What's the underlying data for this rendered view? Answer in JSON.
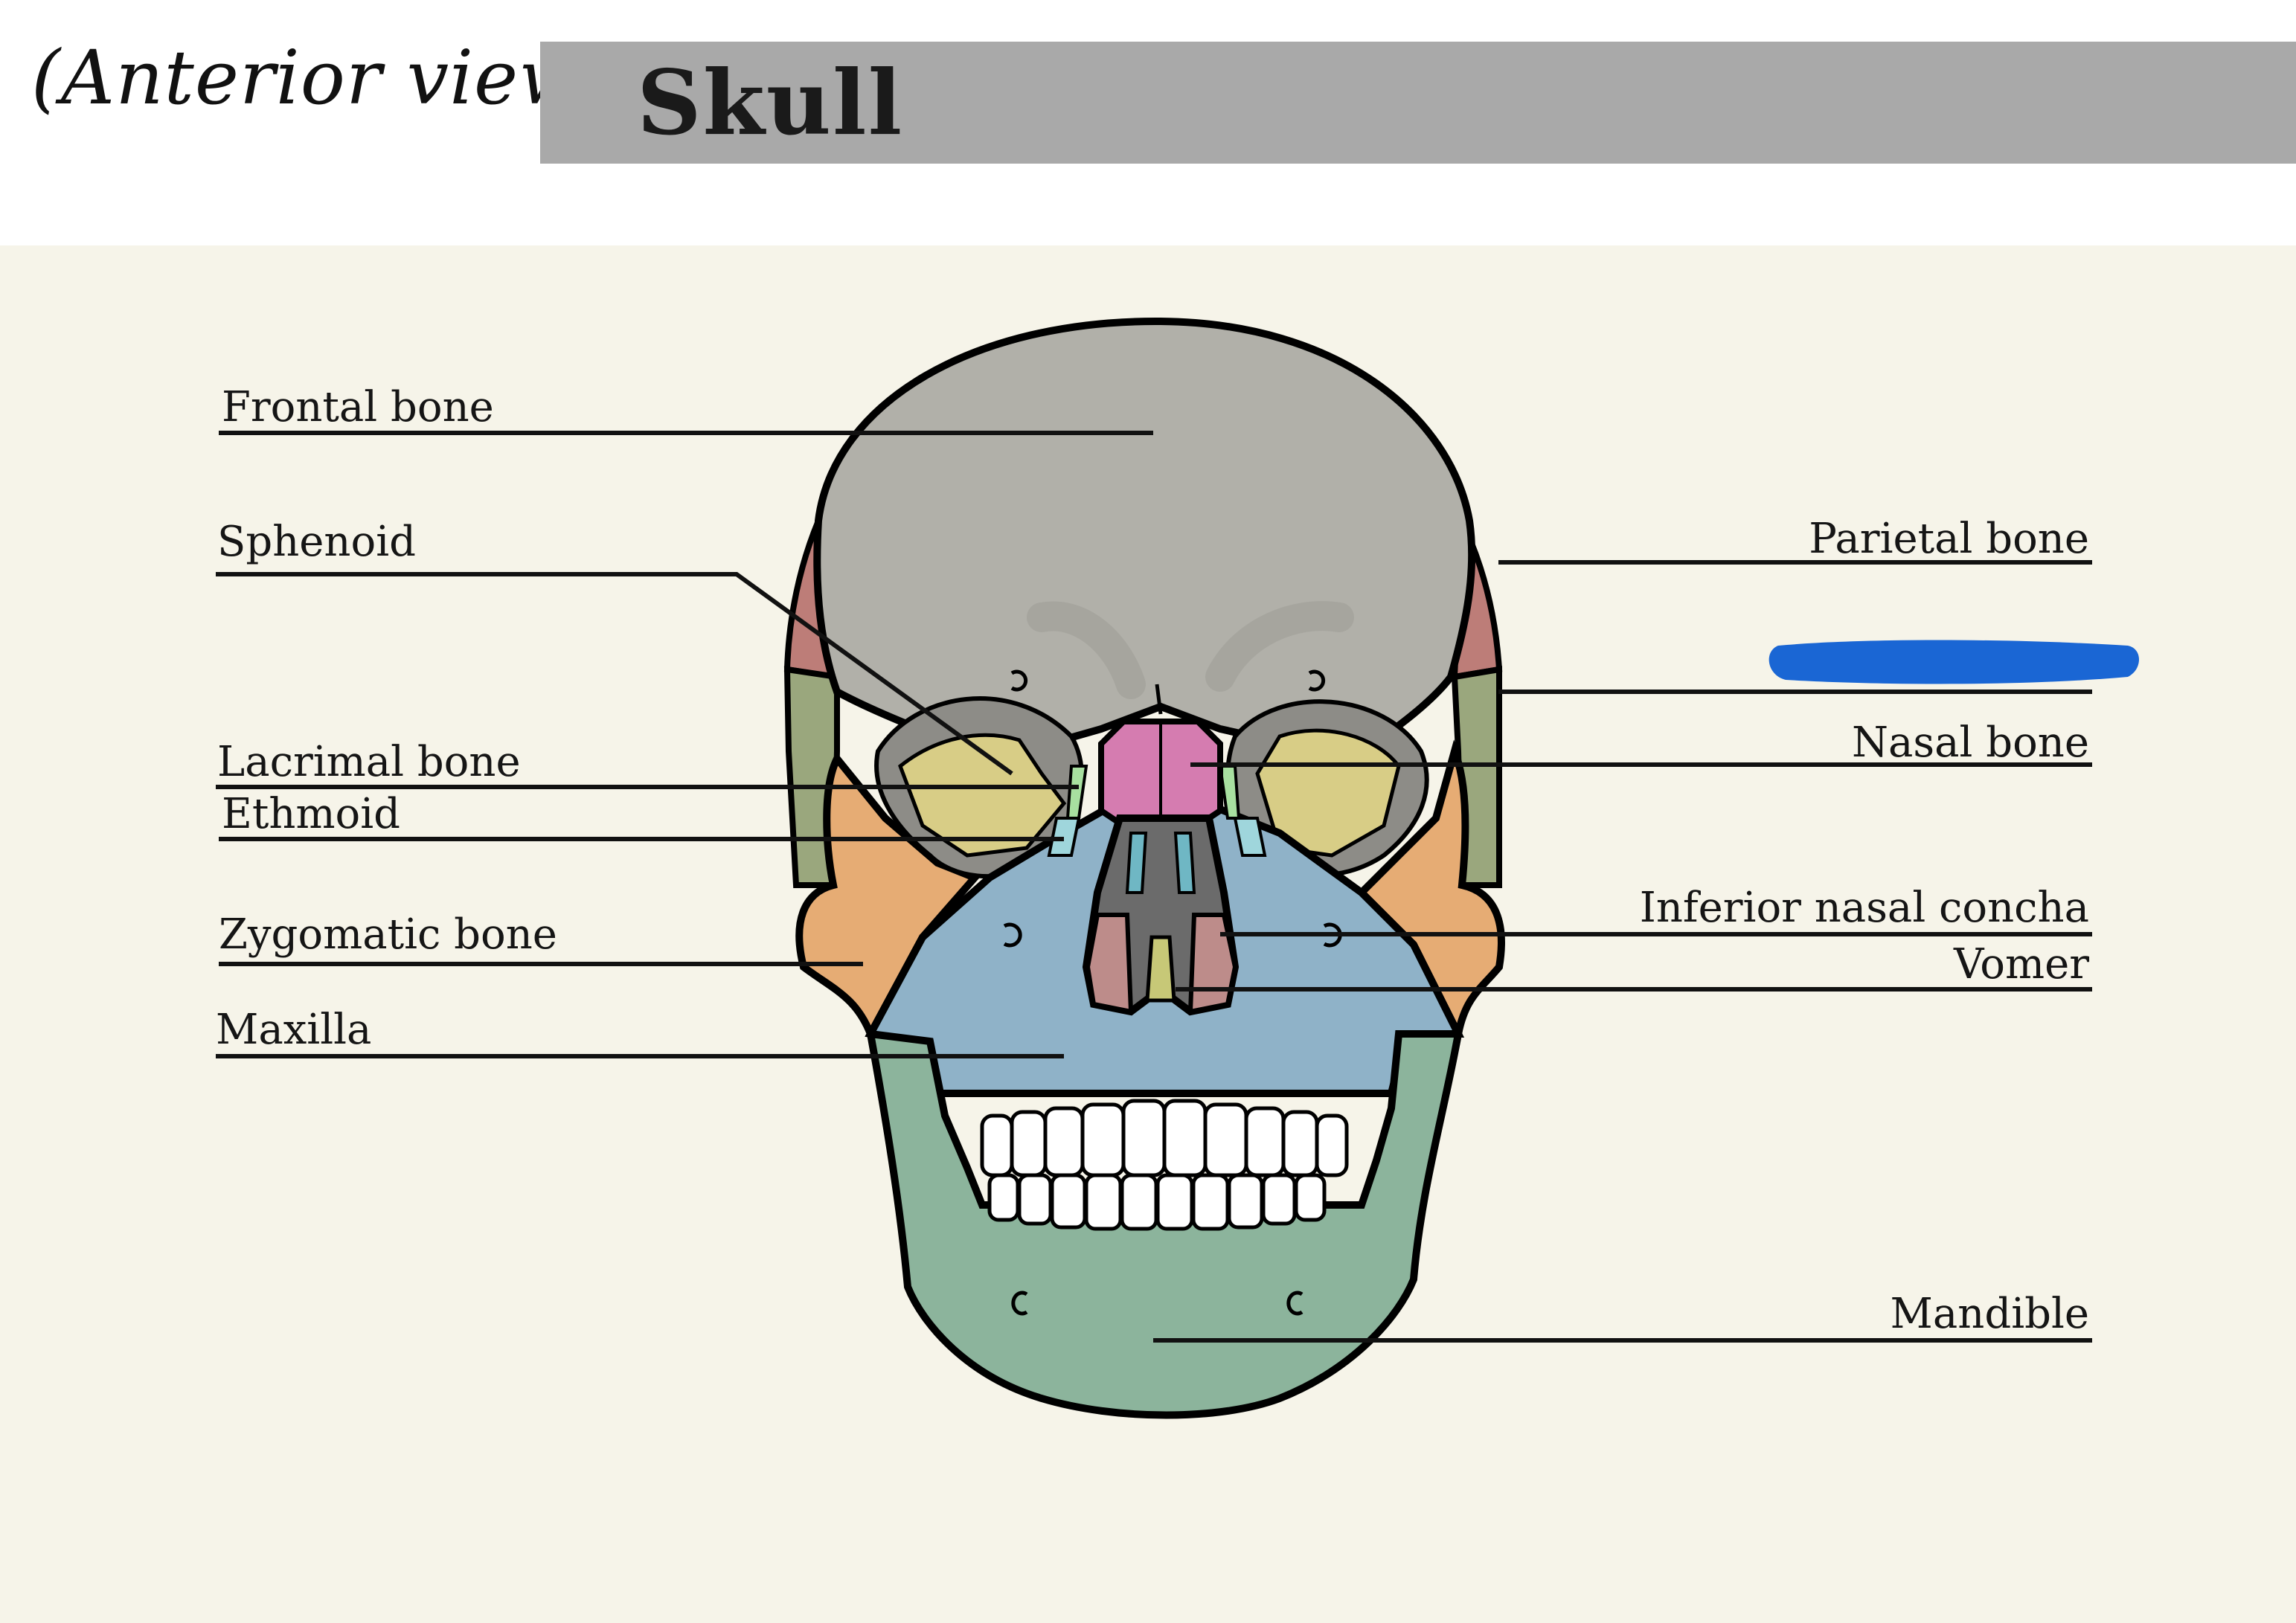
{
  "header": {
    "handwritten_title": "(Anterior view)",
    "title": "Skull"
  },
  "labels_left": [
    "Frontal bone",
    "Sphenoid",
    "Lacrimal bone",
    "Ethmoid",
    "Zygomatic bone",
    "Maxilla"
  ],
  "labels_right": [
    "Parietal bone",
    "Nasal bone",
    "Inferior nasal concha",
    "Vomer",
    "Mandible"
  ],
  "colors": {
    "frontal": "#b1b0a9",
    "parietal": "#bd7d78",
    "temporal": "#9aa77d",
    "sphenoid": "#d8cd86",
    "zygomatic": "#e6ac74",
    "maxilla": "#8fb2c8",
    "mandible": "#8cb49c",
    "nasal": "#d57cb0",
    "ethmoid": "#9fd6dc",
    "lacrimal": "#a8e0a0",
    "concha": "#6b6b6b",
    "vomer": "#c7c877",
    "redaction": "#1a66d4"
  }
}
